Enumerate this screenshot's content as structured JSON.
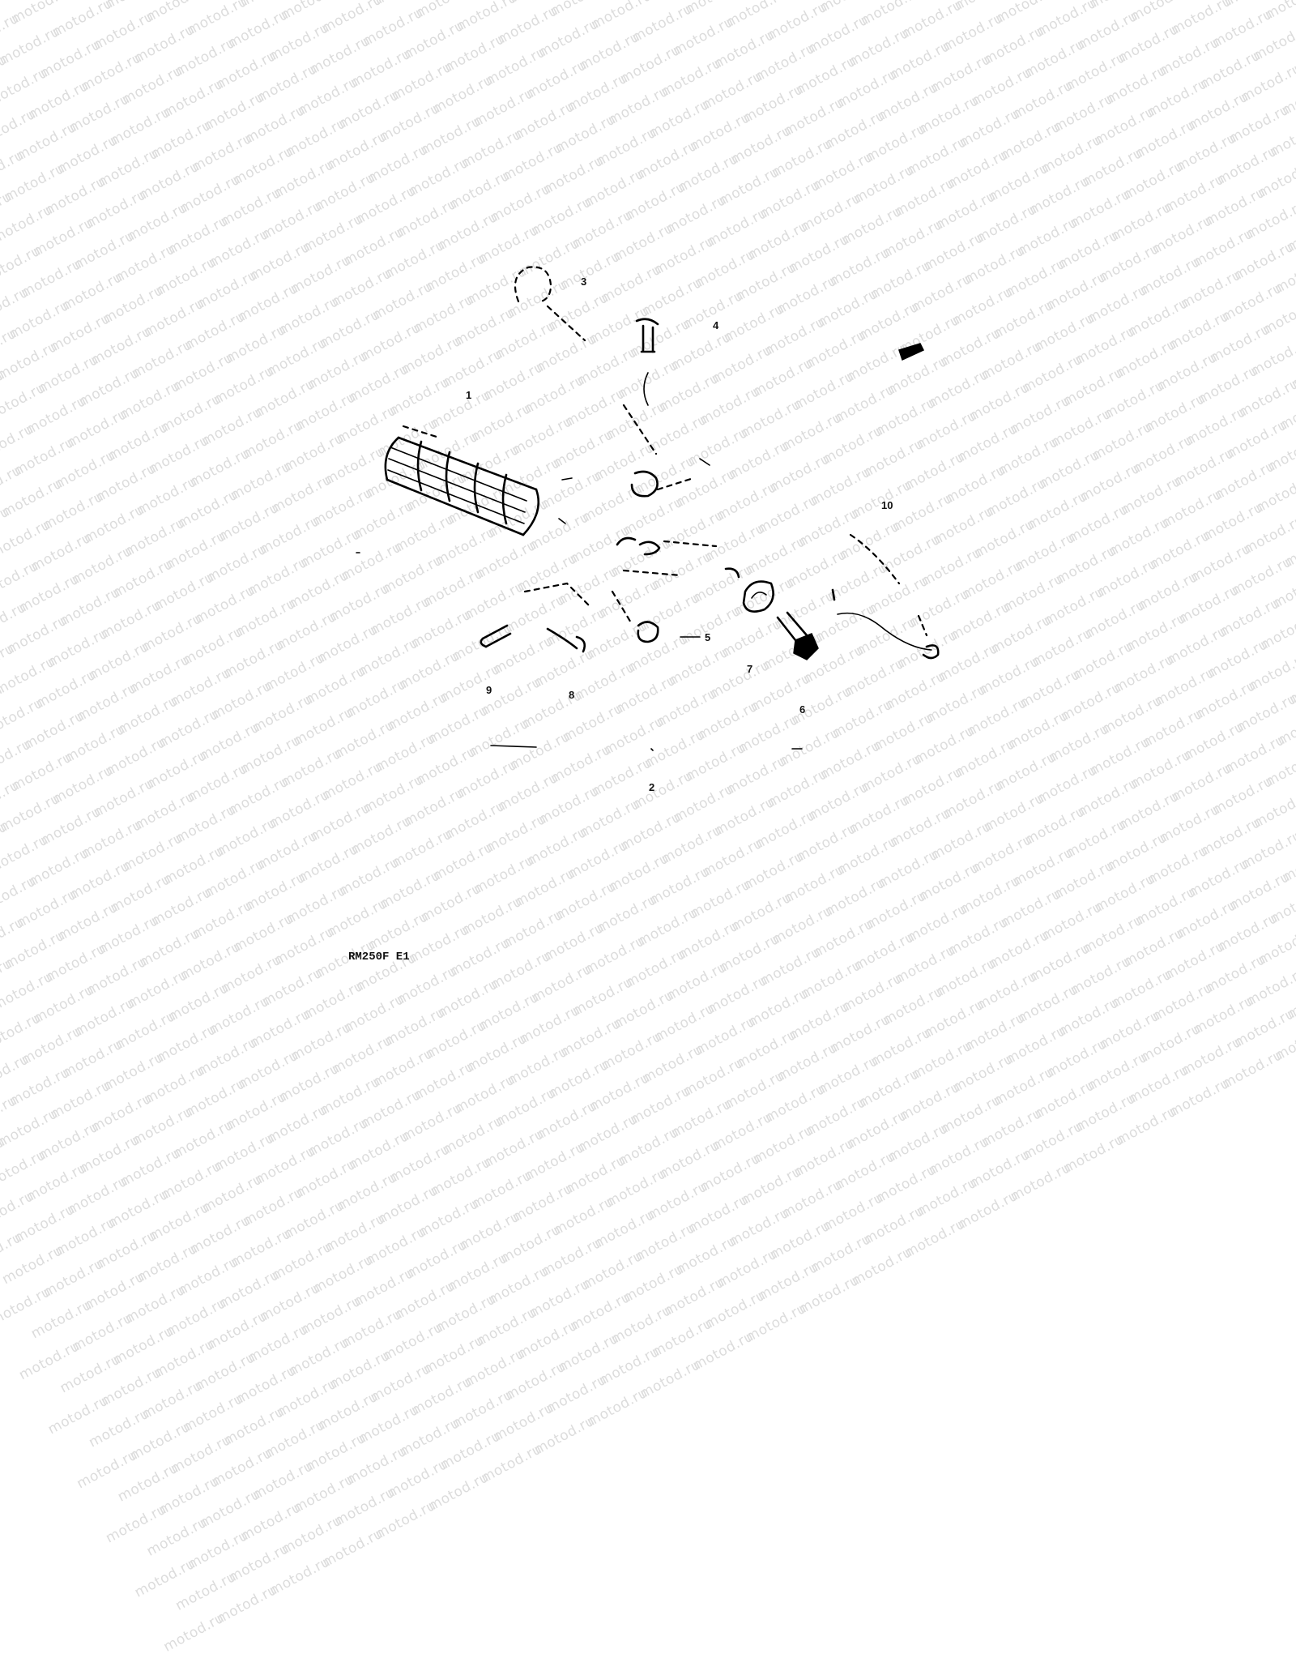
{
  "watermark": {
    "text": "motod.ru",
    "color": "#dcdcdc"
  },
  "diagram": {
    "callouts": [
      "1",
      "2",
      "3",
      "4",
      "5",
      "6",
      "7",
      "8",
      "9",
      "10"
    ],
    "document_code": "RM250F E1"
  }
}
